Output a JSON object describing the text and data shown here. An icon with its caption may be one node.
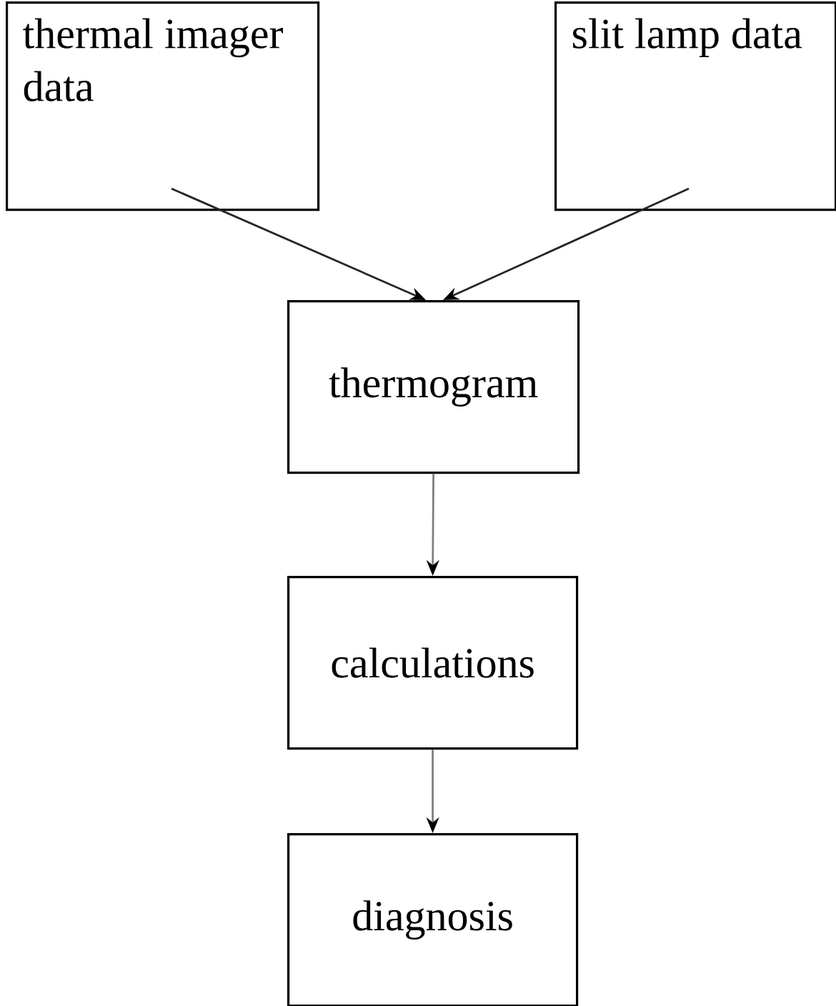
{
  "diagram": {
    "nodes": [
      {
        "text": [
          "thermal imager data"
        ]
      },
      {
        "text": [
          "slit lamp data"
        ]
      },
      {
        "text": [
          "thermogram"
        ]
      },
      {
        "text": [
          "calculations"
        ]
      },
      {
        "text": [
          "diagnosis"
        ]
      }
    ],
    "edges": [
      {
        "from": 0,
        "to": 2,
        "arrow": "to"
      },
      {
        "from": 1,
        "to": 2,
        "arrow": "to"
      },
      {
        "from": 2,
        "to": 3,
        "arrow": "to",
        "color": "#808080"
      },
      {
        "from": 3,
        "to": 4,
        "arrow": "to",
        "color": "#808080"
      }
    ]
  }
}
